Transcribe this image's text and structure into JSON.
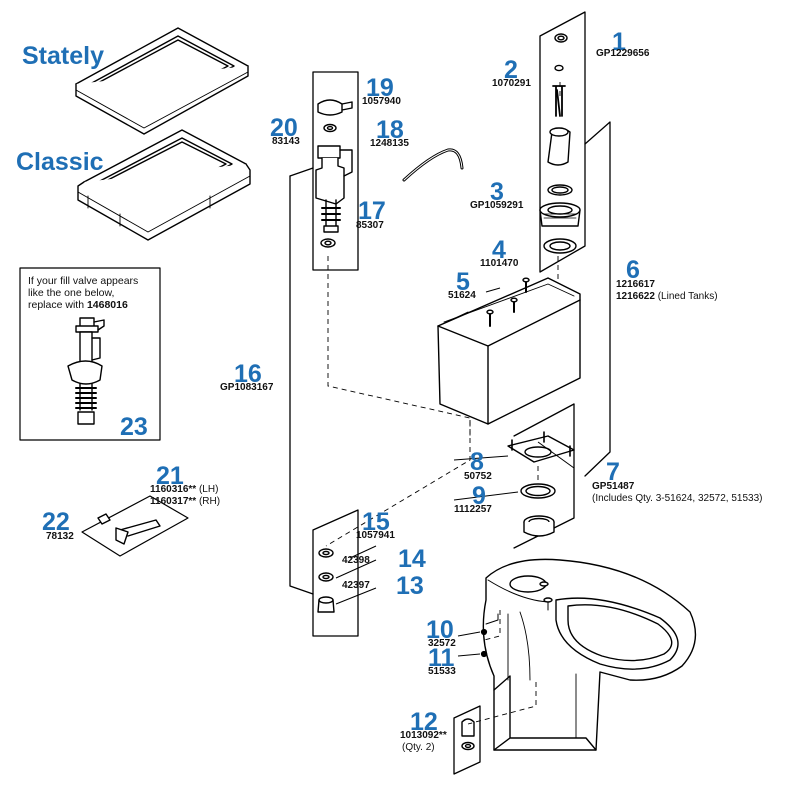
{
  "lids": {
    "stately": "Stately",
    "classic": "Classic"
  },
  "note": {
    "line1": "If your fill valve appears",
    "line2": "like the one below,",
    "line3_prefix": "replace with ",
    "line3_part": "1468016",
    "callout": "23"
  },
  "parts": {
    "p1": {
      "num": "1",
      "code": "GP1229656"
    },
    "p2": {
      "num": "2",
      "code": "1070291"
    },
    "p3": {
      "num": "3",
      "code": "GP1059291"
    },
    "p4": {
      "num": "4",
      "code": "1101470"
    },
    "p5": {
      "num": "5",
      "code": "51624"
    },
    "p6": {
      "num": "6",
      "code": "1216617",
      "code2": "1216622",
      "code2_note": "(Lined Tanks)"
    },
    "p7": {
      "num": "7",
      "code": "GP51487",
      "note": "(Includes Qty. 3-51624, 32572, 51533)"
    },
    "p8": {
      "num": "8",
      "code": "50752"
    },
    "p9": {
      "num": "9",
      "code": "1112257"
    },
    "p10": {
      "num": "10",
      "code": "32572"
    },
    "p11": {
      "num": "11",
      "code": "51533"
    },
    "p12": {
      "num": "12",
      "code": "1013092**",
      "qty": "(Qty. 2)"
    },
    "p13": {
      "num": "13",
      "code": "42397"
    },
    "p14": {
      "num": "14",
      "code": "42398"
    },
    "p15": {
      "num": "15",
      "code": "1057941"
    },
    "p16": {
      "num": "16",
      "code": "GP1083167"
    },
    "p17": {
      "num": "17",
      "code": "85307"
    },
    "p18": {
      "num": "18",
      "code": "1248135"
    },
    "p19": {
      "num": "19",
      "code": "1057940"
    },
    "p20": {
      "num": "20",
      "code": "83143"
    },
    "p21": {
      "num": "21",
      "code": "1160316**",
      "code_side": "(LH)",
      "code2": "1160317**",
      "code2_side": "(RH)"
    },
    "p22": {
      "num": "22",
      "code": "78132"
    }
  },
  "colors": {
    "callout": "#1f6fb5",
    "text": "#111111",
    "line": "#000000"
  }
}
